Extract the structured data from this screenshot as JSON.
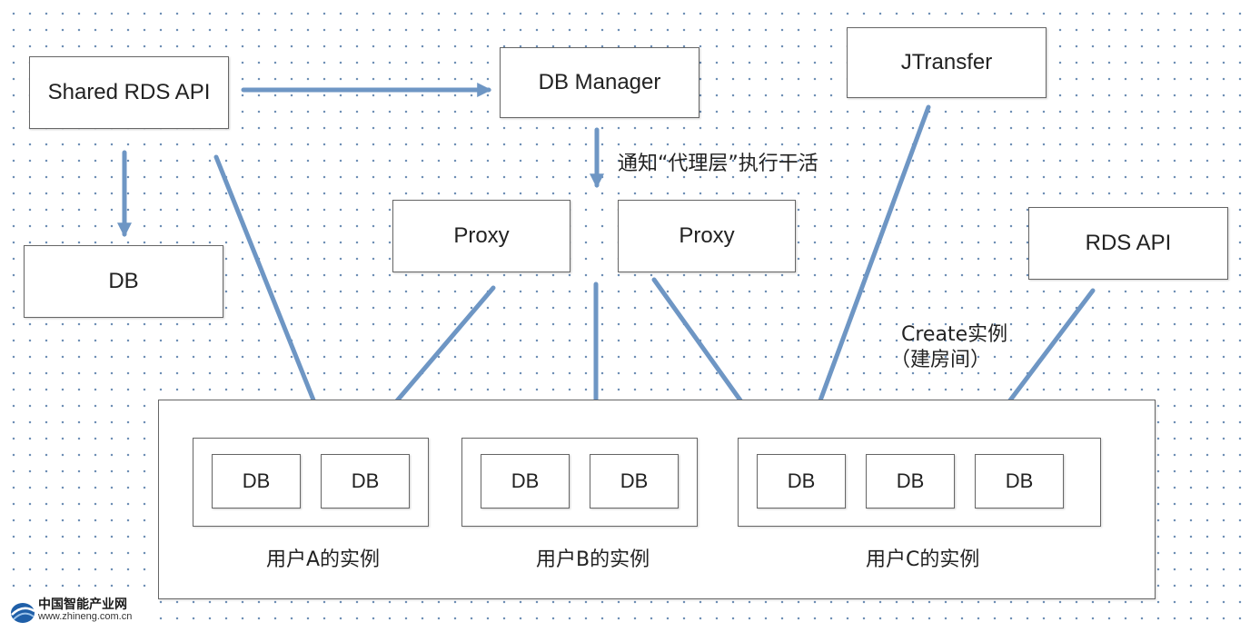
{
  "nodes": {
    "shared_rds_api": "Shared RDS API",
    "db_manager": "DB Manager",
    "jtransfer": "JTransfer",
    "db_left": "DB",
    "proxy_1": "Proxy",
    "proxy_2": "Proxy",
    "rds_api": "RDS API"
  },
  "notify_label": "通知“代理层”执行干活",
  "create_label": {
    "line1": "Create实例",
    "line2": "（建房间）"
  },
  "instances": [
    {
      "label": "用户A的实例",
      "dbs": [
        "DB",
        "DB"
      ]
    },
    {
      "label": "用户B的实例",
      "dbs": [
        "DB",
        "DB"
      ]
    },
    {
      "label": "用户C的实例",
      "dbs": [
        "DB",
        "DB",
        "DB"
      ]
    }
  ],
  "watermark": {
    "title": "中国智能产业网",
    "url": "www.zhineng.com.cn"
  },
  "colors": {
    "arrow": "#6e96c4",
    "box_border": "#666666"
  }
}
